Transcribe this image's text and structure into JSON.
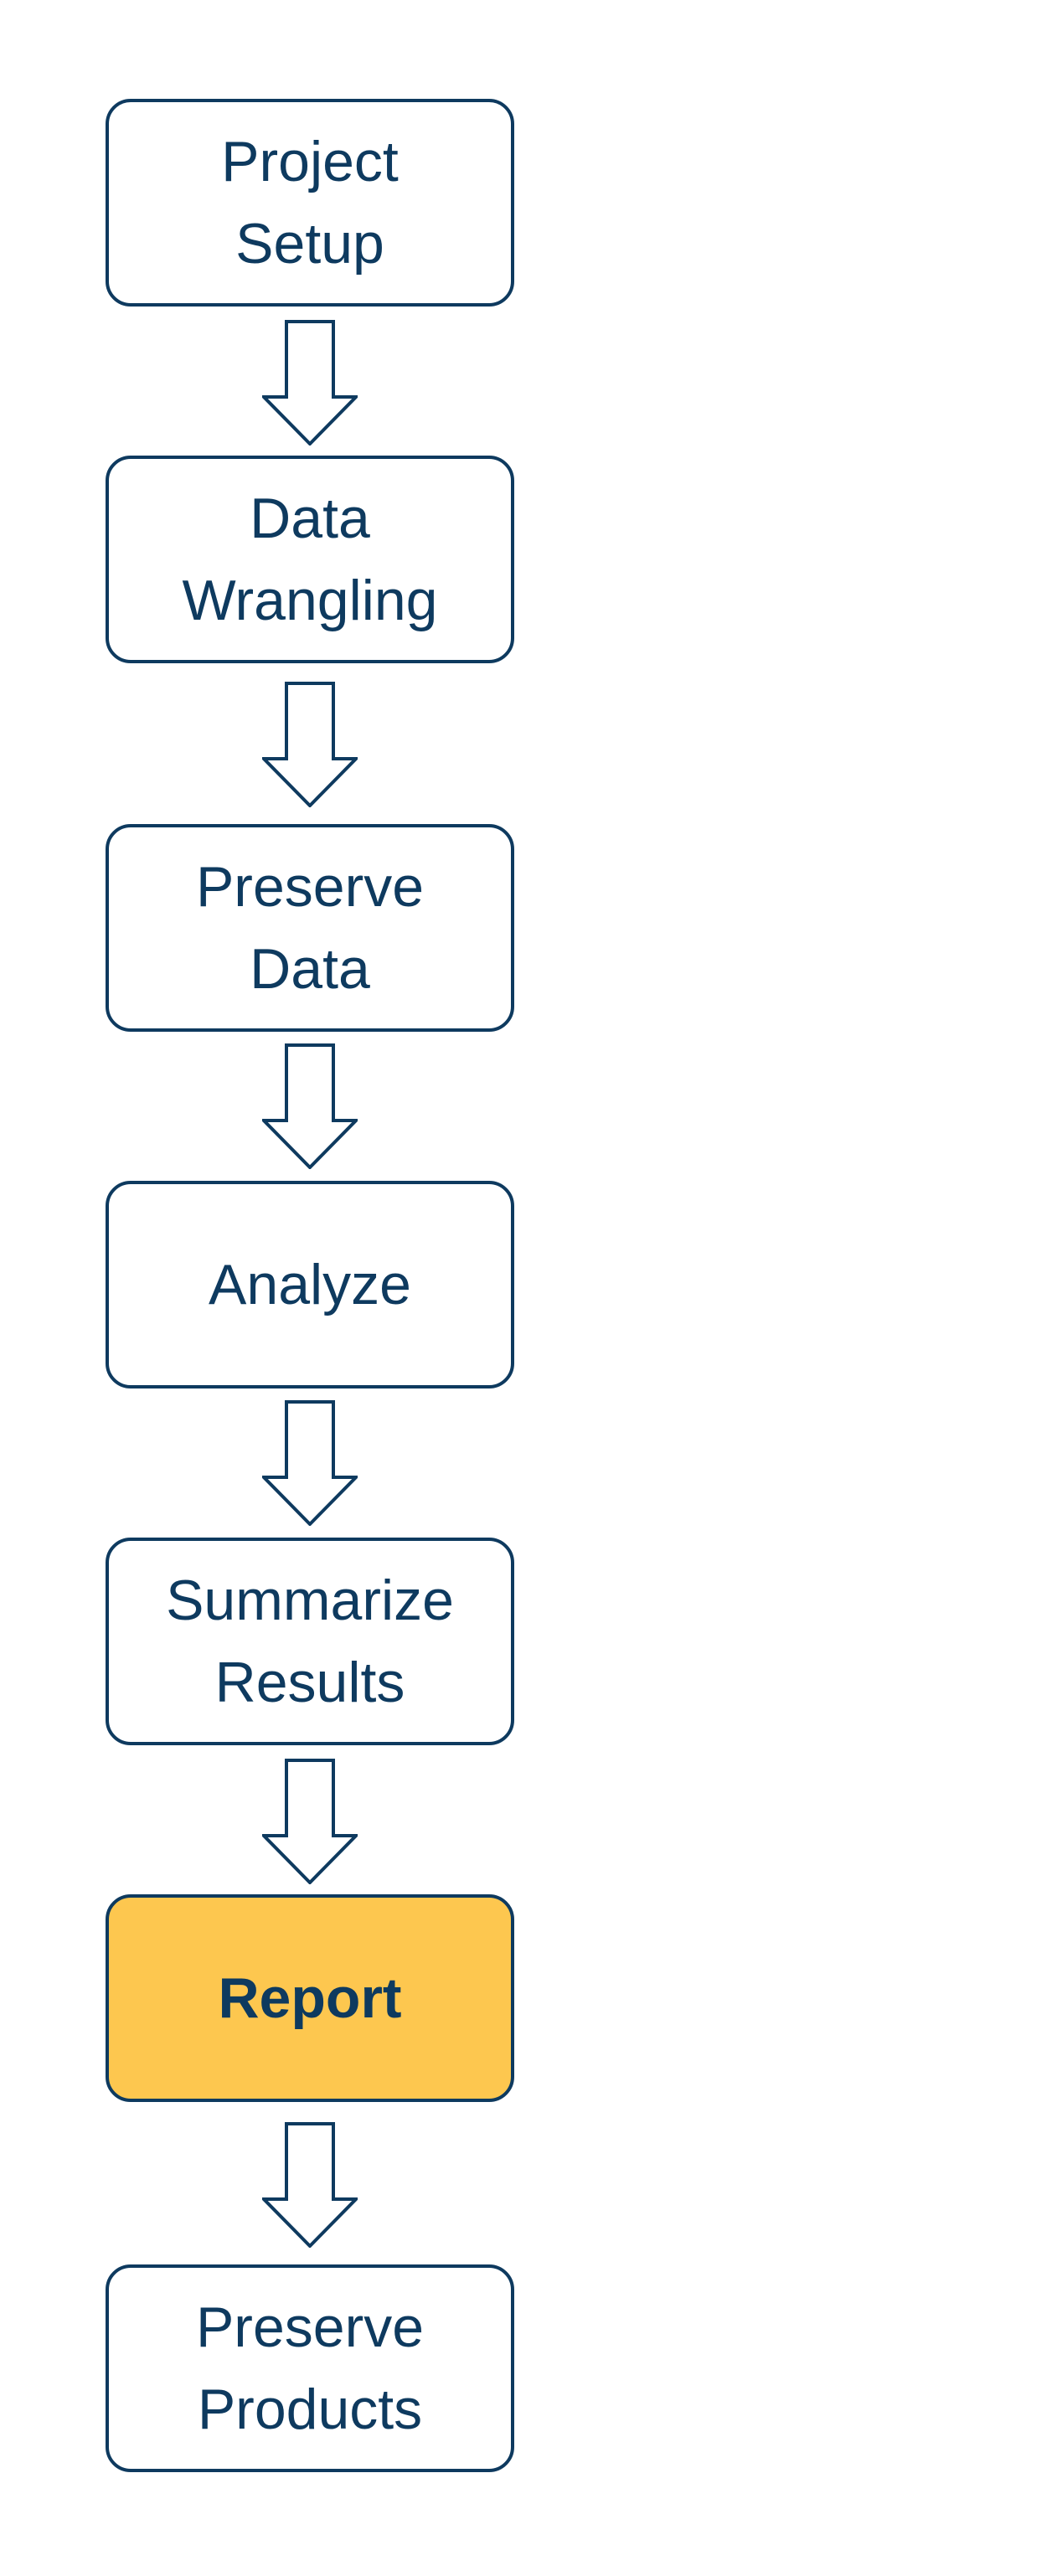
{
  "steps": [
    {
      "lines": [
        "Project",
        "Setup"
      ],
      "highlight": false
    },
    {
      "lines": [
        "Data",
        "Wrangling"
      ],
      "highlight": false
    },
    {
      "lines": [
        "Preserve",
        "Data"
      ],
      "highlight": false
    },
    {
      "lines": [
        "Analyze"
      ],
      "highlight": false
    },
    {
      "lines": [
        "Summarize",
        "Results"
      ],
      "highlight": false
    },
    {
      "lines": [
        "Report"
      ],
      "highlight": true
    },
    {
      "lines": [
        "Preserve",
        "Products"
      ],
      "highlight": false
    }
  ],
  "colors": {
    "stroke": "#0e3a5f",
    "text": "#0e3a5f",
    "highlight_fill": "#fdc74f",
    "box_fill": "#ffffff"
  }
}
